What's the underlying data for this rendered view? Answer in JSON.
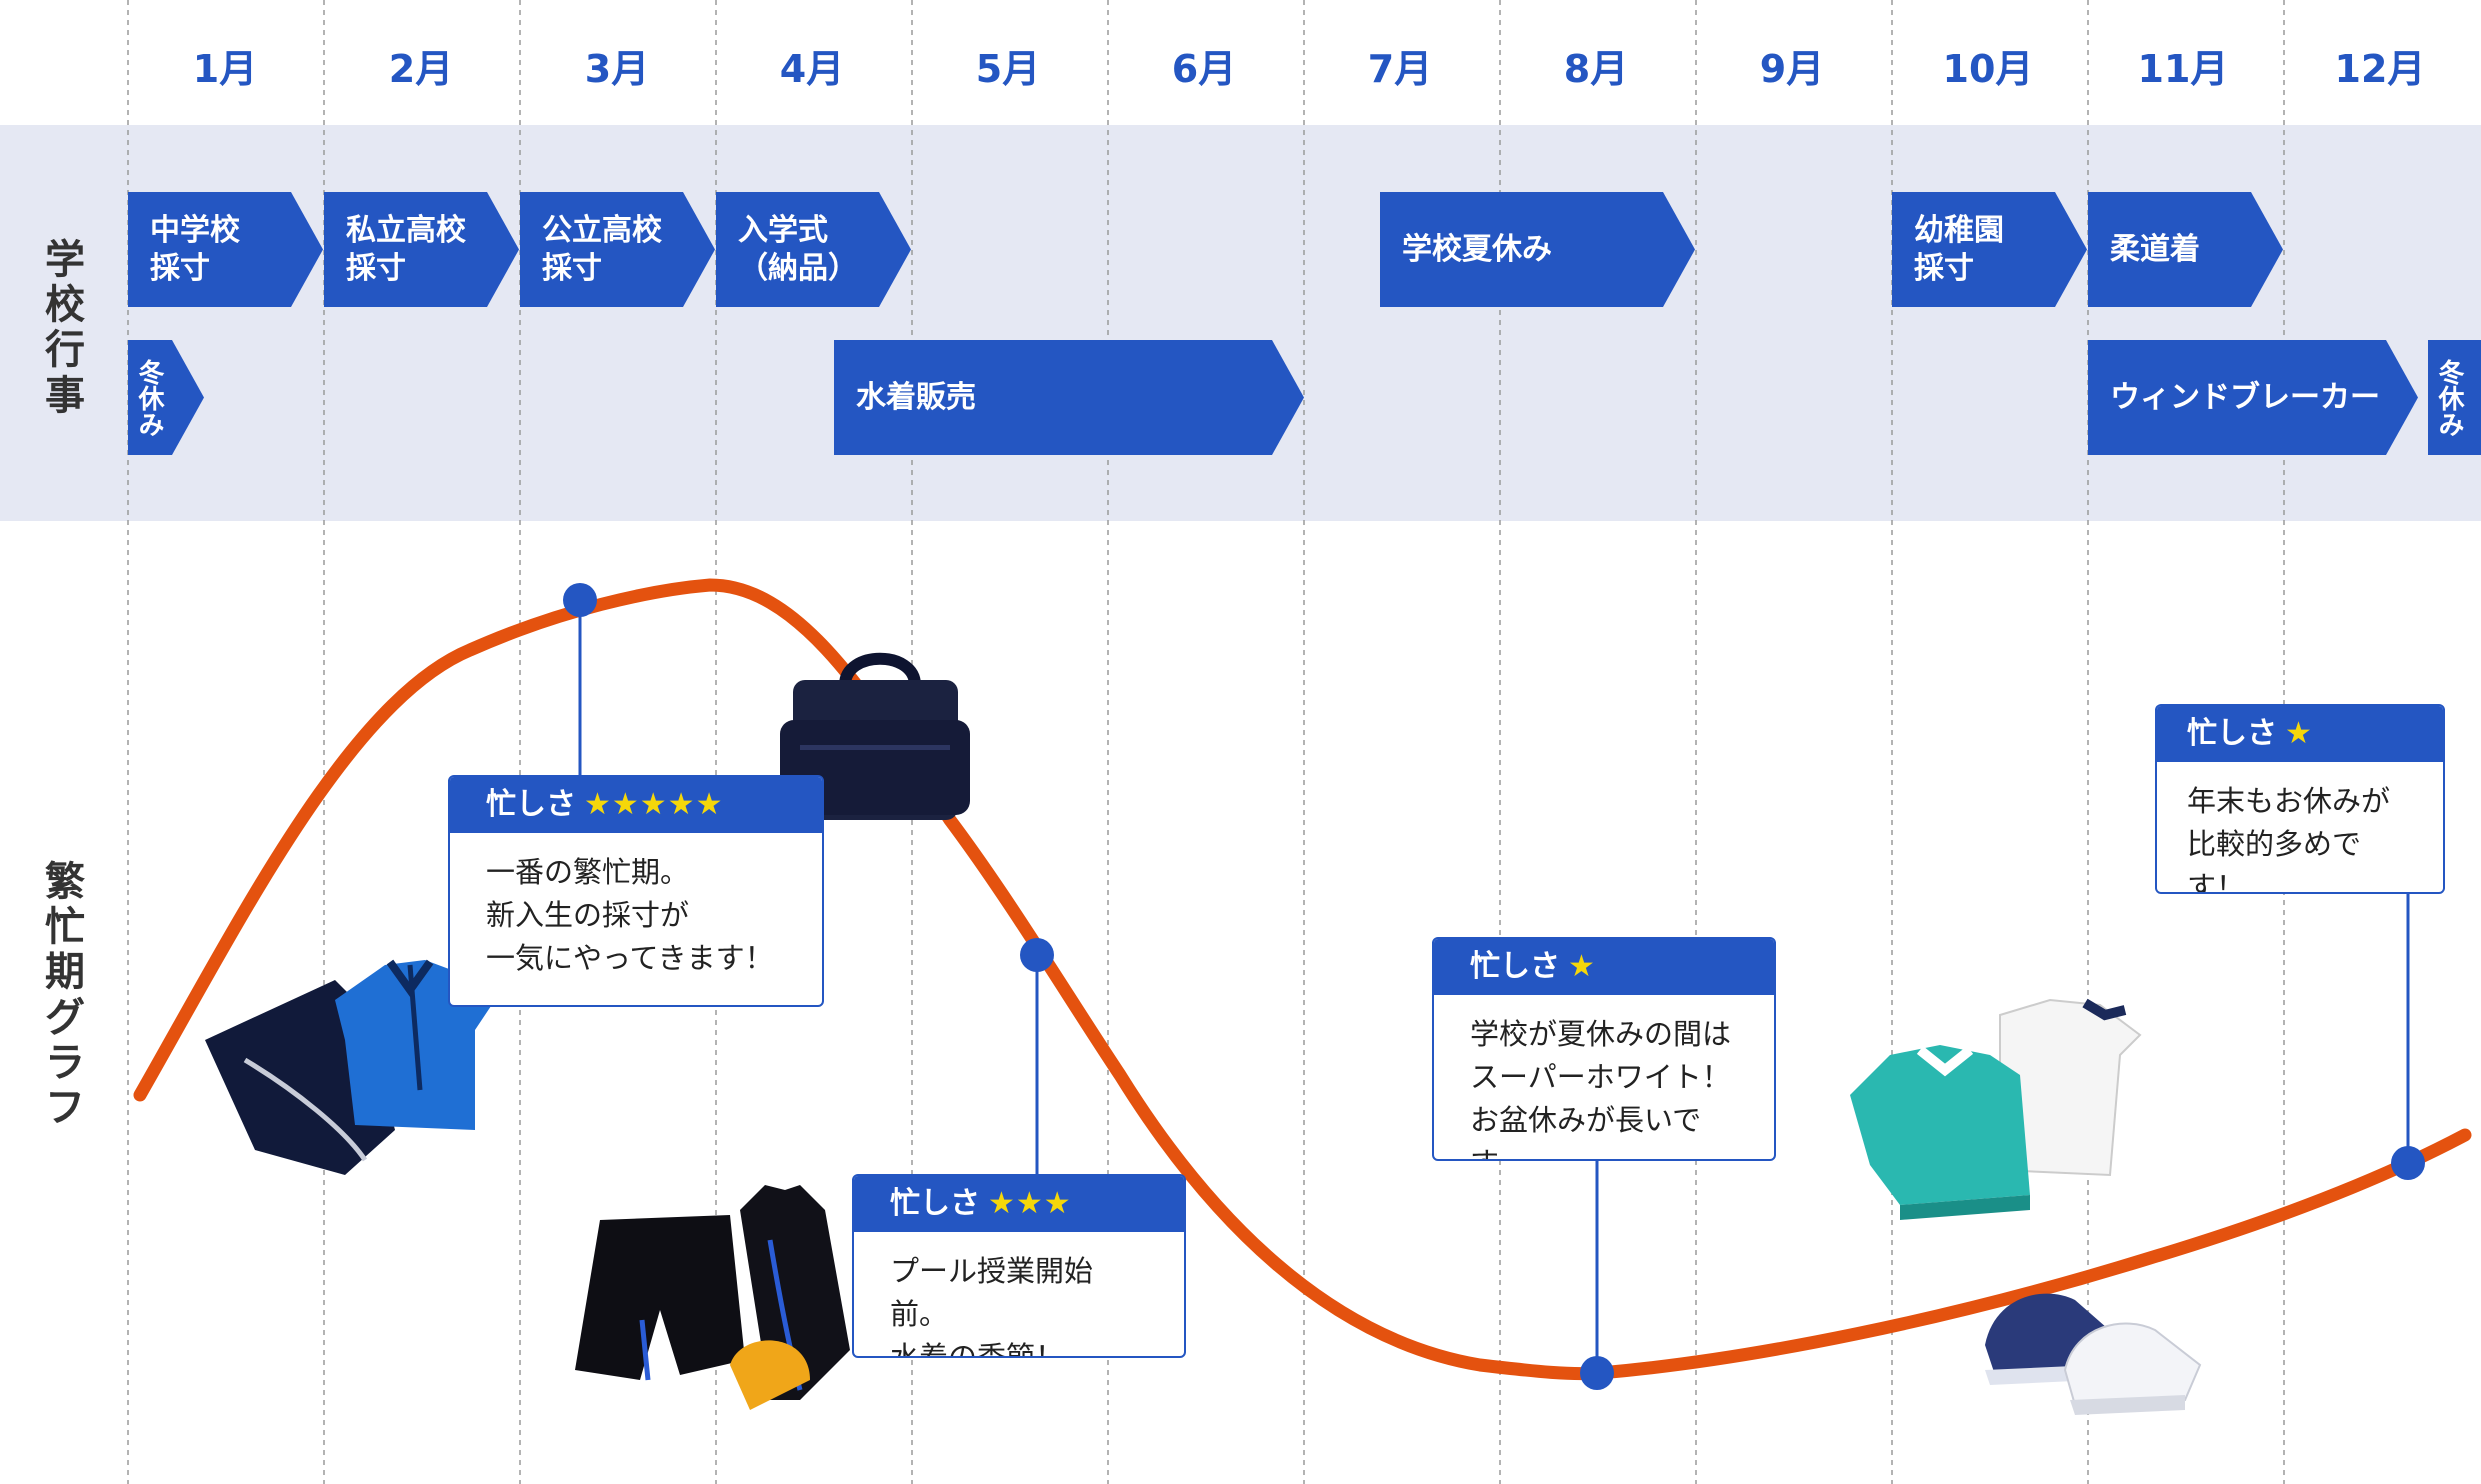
{
  "months": [
    "1月",
    "2月",
    "3月",
    "4月",
    "5月",
    "6月",
    "7月",
    "8月",
    "9月",
    "10月",
    "11月",
    "12月"
  ],
  "side_labels": {
    "events": "学校行事",
    "graph": "繁忙期グラフ"
  },
  "events": {
    "nursery_school": [
      "中学校",
      "採寸"
    ],
    "private_high": [
      "私立高校",
      "採寸"
    ],
    "public_high": [
      "公立高校",
      "採寸"
    ],
    "entrance": [
      "入学式",
      "（納品）"
    ],
    "summer": "学校夏休み",
    "kindergarten": [
      "幼稚園",
      "採寸"
    ],
    "judo": "柔道着",
    "winter_start": "冬休み",
    "swimwear": "水着販売",
    "windbreaker": "ウィンドブレーカー",
    "winter_end": "冬休み"
  },
  "callouts": {
    "march": {
      "label": "忙しさ",
      "stars": "★★★★★",
      "rating": 5,
      "lines": [
        "一番の繁忙期。",
        "新入生の採寸が",
        "一気にやってきます！"
      ]
    },
    "may": {
      "label": "忙しさ",
      "stars": "★★★",
      "rating": 3,
      "lines": [
        "プール授業開始前。",
        "水着の季節！"
      ]
    },
    "august": {
      "label": "忙しさ",
      "stars": "★",
      "rating": 1,
      "lines": [
        "学校が夏休みの間は",
        "スーパーホワイト！",
        "お盆休みが長いです。"
      ]
    },
    "december": {
      "label": "忙しさ",
      "stars": "★",
      "rating": 1,
      "lines": [
        "年末もお休みが",
        "比較的多めです！"
      ]
    }
  },
  "colors": {
    "accent": "#2456c2",
    "curve": "#e4520f",
    "band": "#e5e8f3",
    "star": "#f5d70a"
  }
}
